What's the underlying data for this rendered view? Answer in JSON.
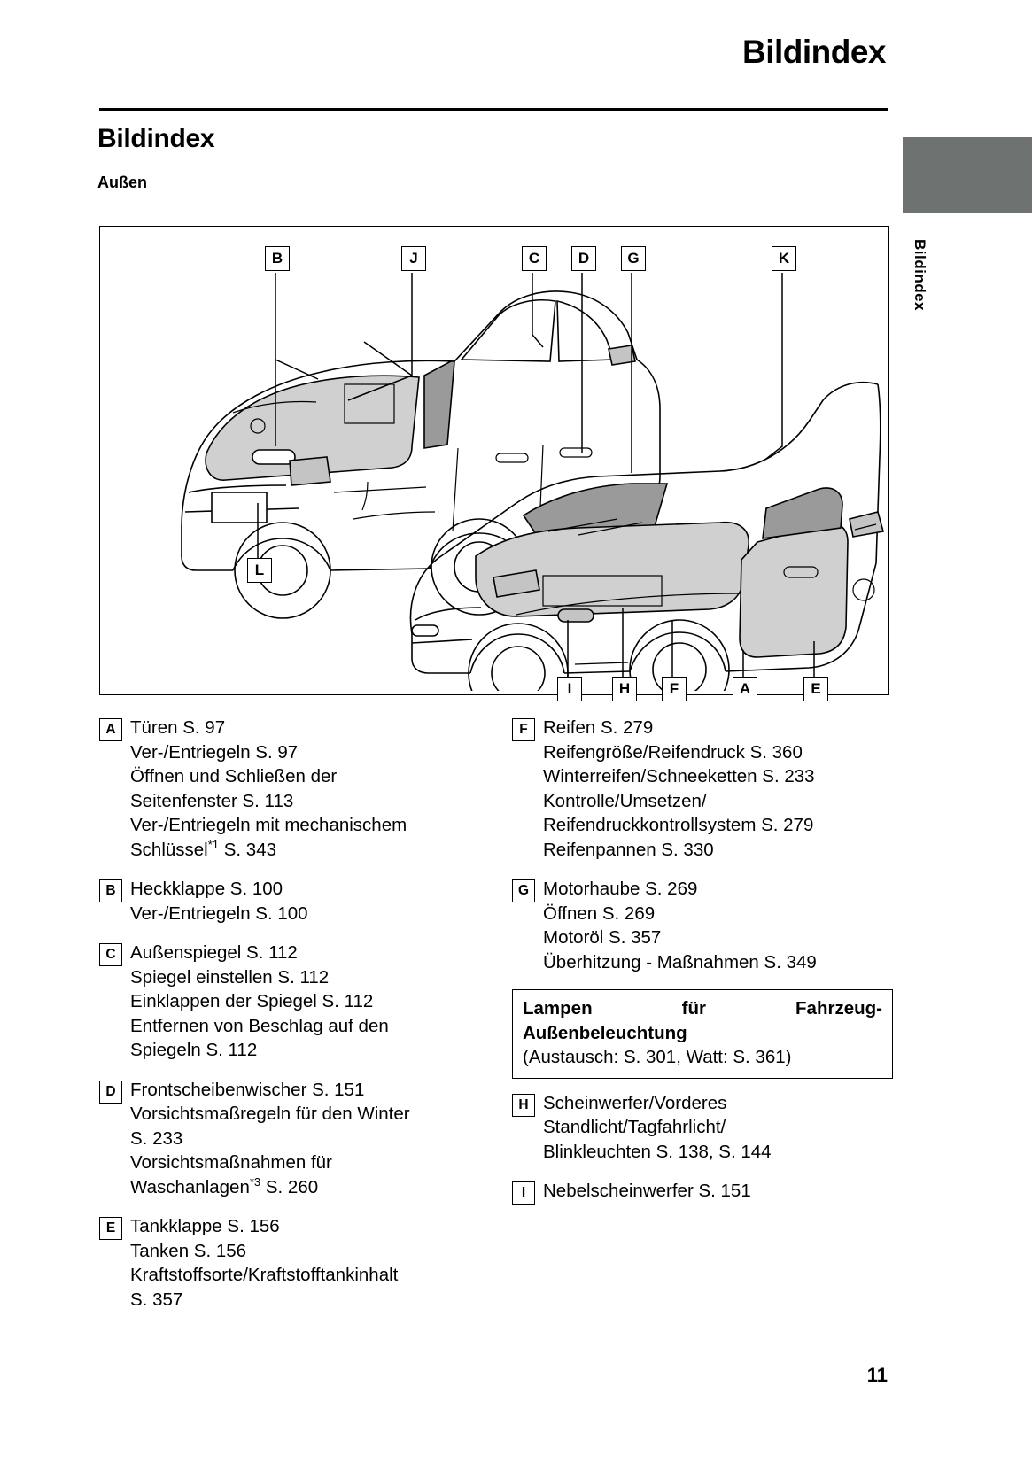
{
  "header": {
    "running_head": "Bildindex",
    "section_title": "Bildindex",
    "subsection_title": "Außen",
    "side_tab_label": "Bildindex"
  },
  "figure": {
    "callouts_top": [
      "B",
      "J",
      "C",
      "D",
      "G",
      "K"
    ],
    "callouts_bottom": [
      "L",
      "I",
      "H",
      "F",
      "A",
      "E"
    ]
  },
  "index": {
    "left_column": [
      {
        "key": "A",
        "lines": [
          "Türen S. 97",
          "Ver-/Entriegeln S. 97",
          "Öffnen und Schließen der",
          "Seitenfenster S. 113",
          "Ver-/Entriegeln mit mechanischem"
        ],
        "last_line_pre": "Schlüssel",
        "last_line_sup": "*1",
        "last_line_post": " S. 343"
      },
      {
        "key": "B",
        "lines": [
          "Heckklappe S. 100",
          "Ver-/Entriegeln S. 100"
        ]
      },
      {
        "key": "C",
        "lines": [
          "Außenspiegel S. 112",
          "Spiegel einstellen S. 112",
          "Einklappen der Spiegel S. 112",
          "Entfernen von Beschlag auf den",
          "Spiegeln S. 112"
        ]
      },
      {
        "key": "D",
        "lines": [
          "Frontscheibenwischer S. 151",
          "Vorsichtsmaßregeln für den Winter",
          "S. 233",
          "Vorsichtsmaßnahmen für"
        ],
        "last_line_pre": "Waschanlagen",
        "last_line_sup": "*3",
        "last_line_post": " S. 260"
      },
      {
        "key": "E",
        "lines": [
          "Tankklappe S. 156",
          "Tanken S. 156",
          "Kraftstoffsorte/Kraftstofftankinhalt",
          "S. 357"
        ]
      }
    ],
    "right_column": [
      {
        "key": "F",
        "lines": [
          "Reifen S. 279",
          "Reifengröße/Reifendruck S. 360",
          "Winterreifen/Schneeketten S. 233",
          "Kontrolle/Umsetzen/",
          "Reifendruckkontrollsystem S. 279",
          "Reifenpannen S. 330"
        ]
      },
      {
        "key": "G",
        "lines": [
          "Motorhaube S. 269",
          "Öffnen S. 269",
          "Motoröl S. 357",
          "Überhitzung - Maßnahmen S. 349"
        ]
      }
    ],
    "lamp_box": {
      "title_word_1": "Lampen",
      "title_word_2": "für",
      "title_word_3": "Fahrzeug-",
      "title_line_2": "Außenbeleuchtung",
      "note": "(Austausch: S. 301, Watt: S. 361)"
    },
    "right_column_after_box": [
      {
        "key": "H",
        "lines": [
          "Scheinwerfer/Vorderes",
          "Standlicht/Tagfahrlicht/",
          "Blinkleuchten S. 138, S. 144"
        ]
      },
      {
        "key": "I",
        "lines": [
          "Nebelscheinwerfer S. 151"
        ]
      }
    ]
  },
  "footer": {
    "page_number": "11"
  },
  "colors": {
    "tab_gray": "#6e7371",
    "panel_gray": "#d0d0d0",
    "ink": "#000000"
  }
}
